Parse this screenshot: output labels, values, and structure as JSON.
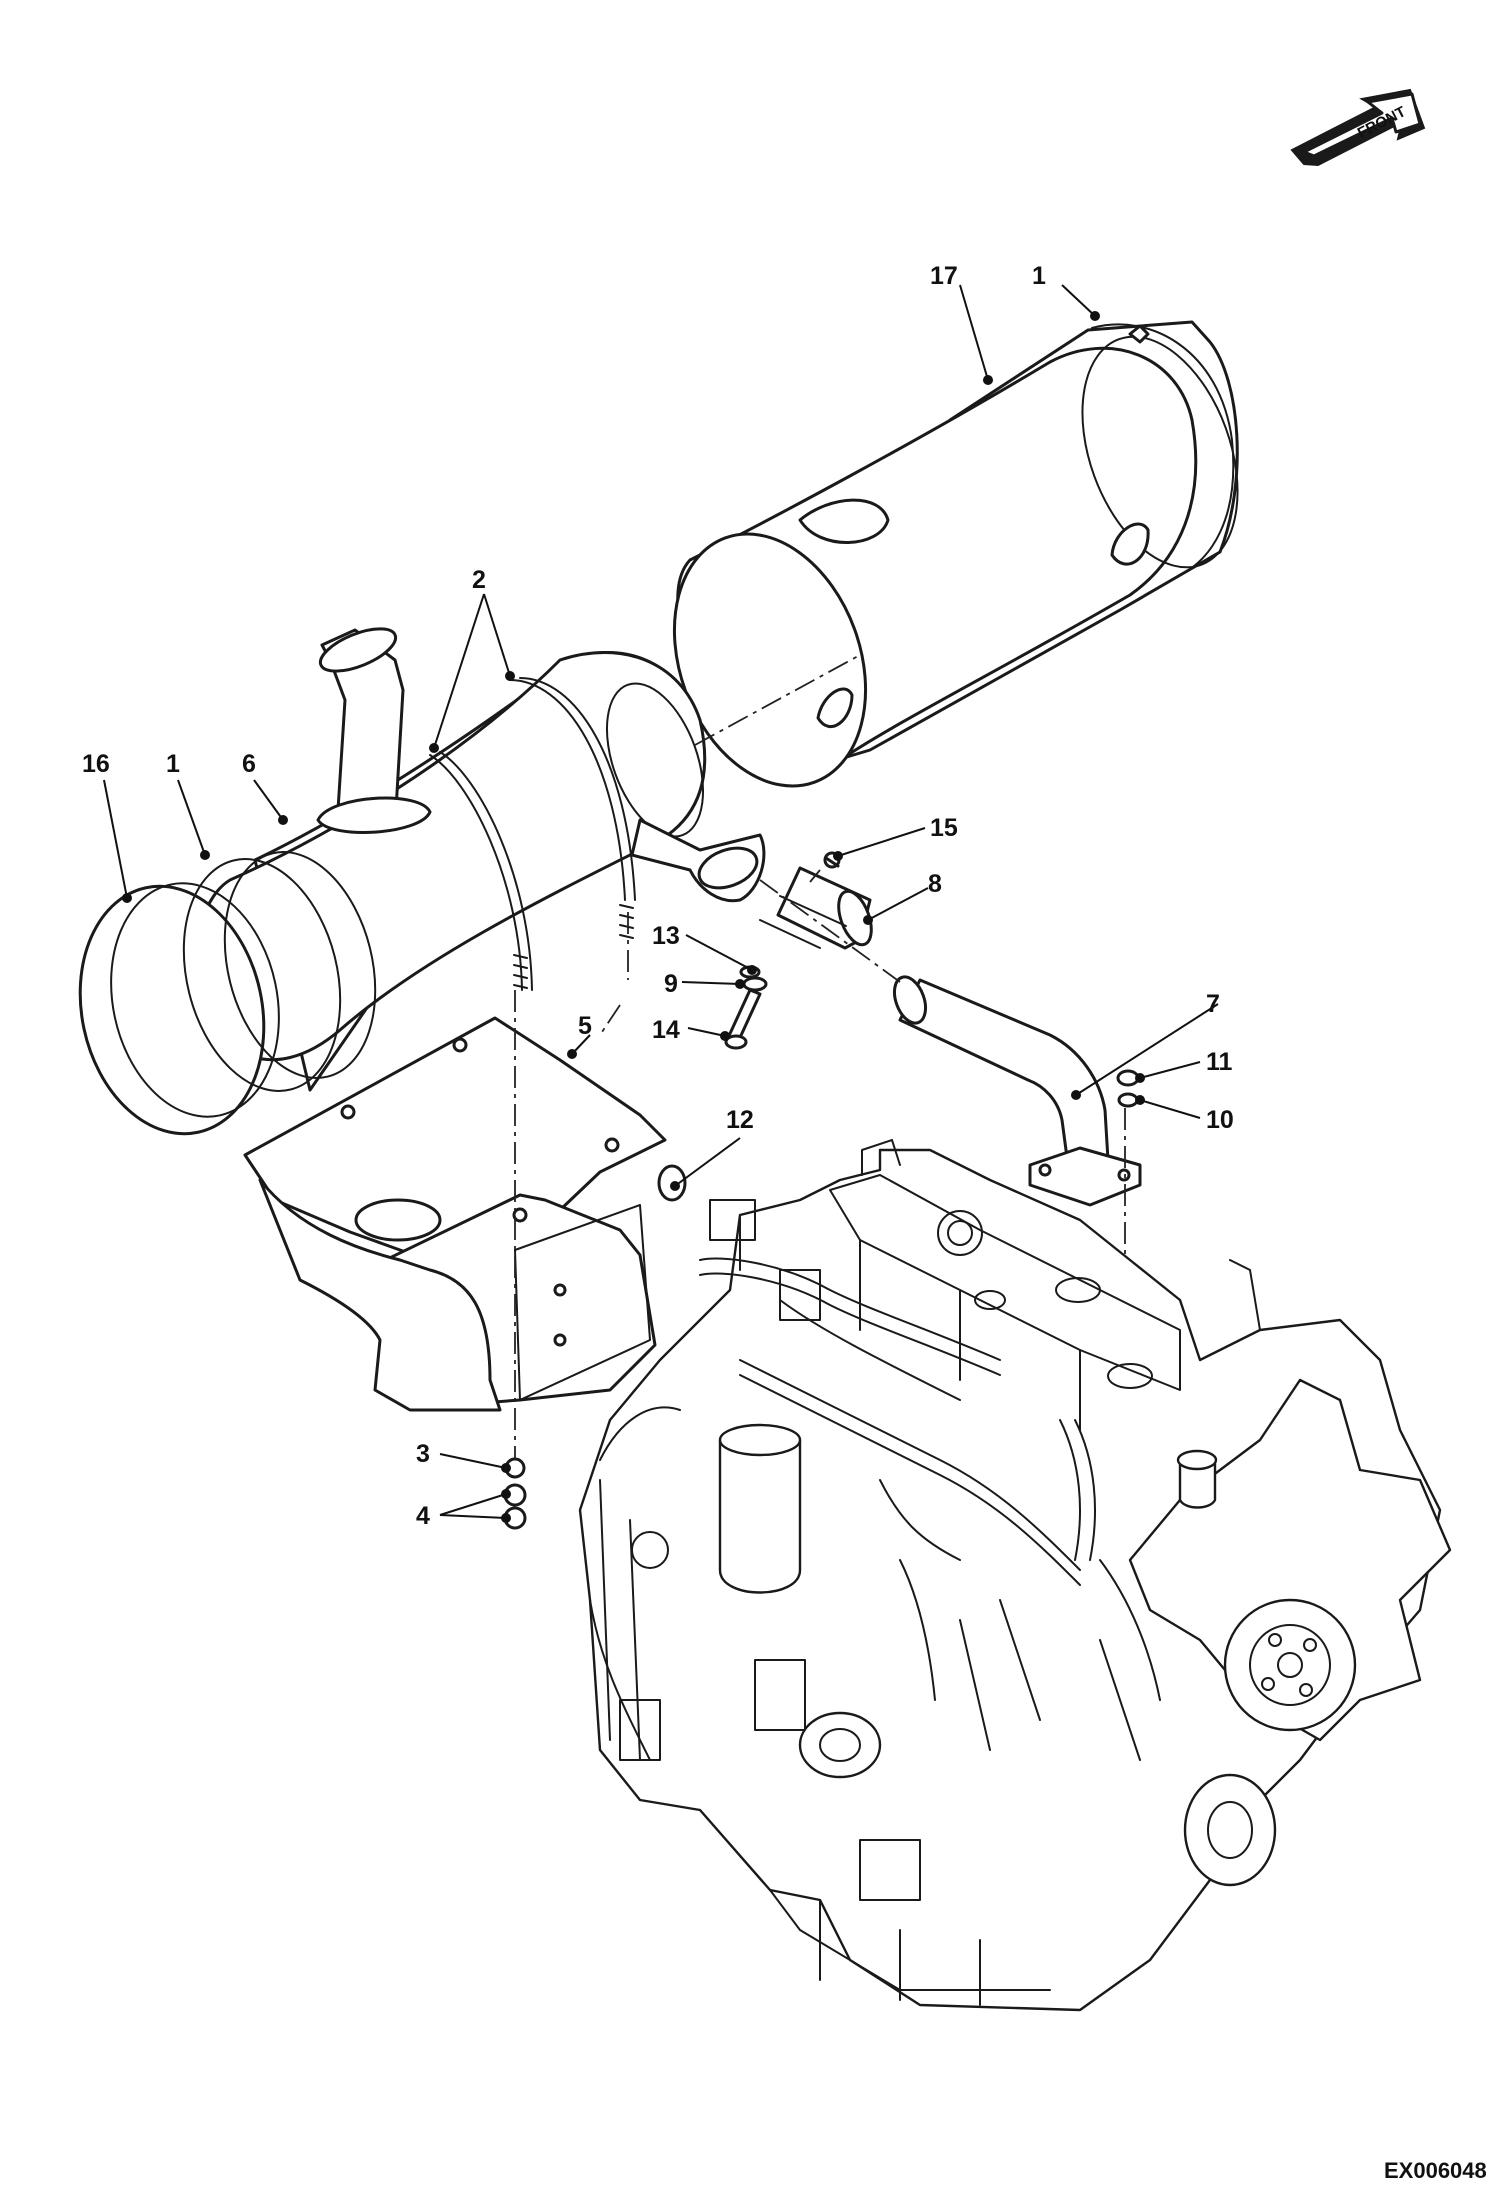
{
  "orientation": {
    "arrow_label": "FRONT"
  },
  "callouts": [
    {
      "id": "c17",
      "label": "17"
    },
    {
      "id": "c1_top",
      "label": "1"
    },
    {
      "id": "c2",
      "label": "2"
    },
    {
      "id": "c16",
      "label": "16"
    },
    {
      "id": "c1_left",
      "label": "1"
    },
    {
      "id": "c6",
      "label": "6"
    },
    {
      "id": "c15",
      "label": "15"
    },
    {
      "id": "c8",
      "label": "8"
    },
    {
      "id": "c13",
      "label": "13"
    },
    {
      "id": "c9",
      "label": "9"
    },
    {
      "id": "c14",
      "label": "14"
    },
    {
      "id": "c5",
      "label": "5"
    },
    {
      "id": "c7",
      "label": "7"
    },
    {
      "id": "c11",
      "label": "11"
    },
    {
      "id": "c10",
      "label": "10"
    },
    {
      "id": "c12",
      "label": "12"
    },
    {
      "id": "c3",
      "label": "3"
    },
    {
      "id": "c4",
      "label": "4"
    }
  ],
  "drawing_code": "EX006048"
}
